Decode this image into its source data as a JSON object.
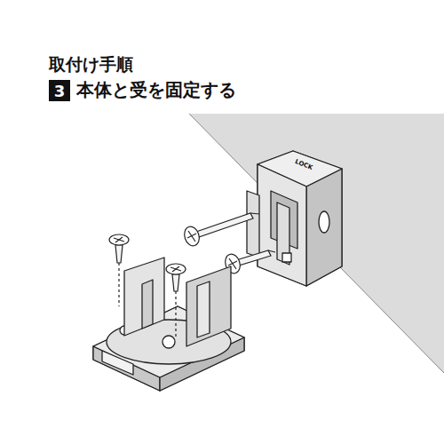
{
  "diagram": {
    "title": "取付け手順",
    "nodes": [
      {
        "text": [
          "3"
        ]
      }
    ],
    "labels": [
      "本体と受を固定する",
      "LOCK"
    ]
  }
}
